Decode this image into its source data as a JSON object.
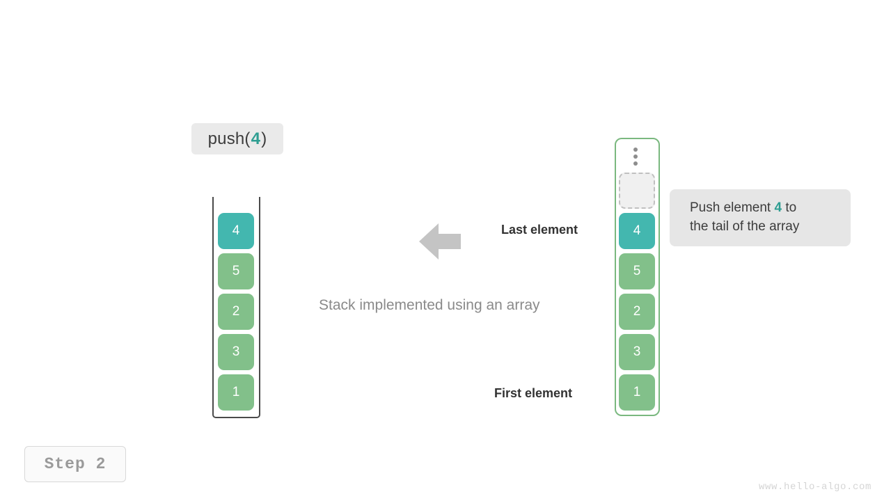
{
  "operation": {
    "prefix": "push(",
    "argument": "4",
    "suffix": ")"
  },
  "stack_panel": {
    "cells": [
      {
        "value": "4",
        "style": "teal"
      },
      {
        "value": "5",
        "style": "green"
      },
      {
        "value": "2",
        "style": "green"
      },
      {
        "value": "3",
        "style": "green"
      },
      {
        "value": "1",
        "style": "green"
      }
    ]
  },
  "captions": {
    "last_element": "Last element",
    "first_element": "First element",
    "center": "Stack implemented using an array"
  },
  "array_panel": {
    "overflow_icon": "vertical-dots-icon",
    "cells": [
      {
        "value": "",
        "style": "empty"
      },
      {
        "value": "4",
        "style": "teal"
      },
      {
        "value": "5",
        "style": "green"
      },
      {
        "value": "2",
        "style": "green"
      },
      {
        "value": "3",
        "style": "green"
      },
      {
        "value": "1",
        "style": "green"
      }
    ]
  },
  "note": {
    "line1_before": "Push element ",
    "line1_highlight": "4",
    "line1_after": " to",
    "line2": "the tail of the array"
  },
  "step_badge": {
    "label": "Step 2"
  },
  "watermark": {
    "text": "www.hello-algo.com"
  },
  "colors": {
    "teal": "#43b7af",
    "green": "#82c08a",
    "accent_text": "#2e9e92",
    "frame_dark": "#4a4a4a",
    "frame_green": "#7ab87f",
    "label_bg": "#eaeaea",
    "note_bg": "#e6e6e6",
    "arrow_gray": "#c4c4c4",
    "muted_text": "#8a8a8a"
  }
}
